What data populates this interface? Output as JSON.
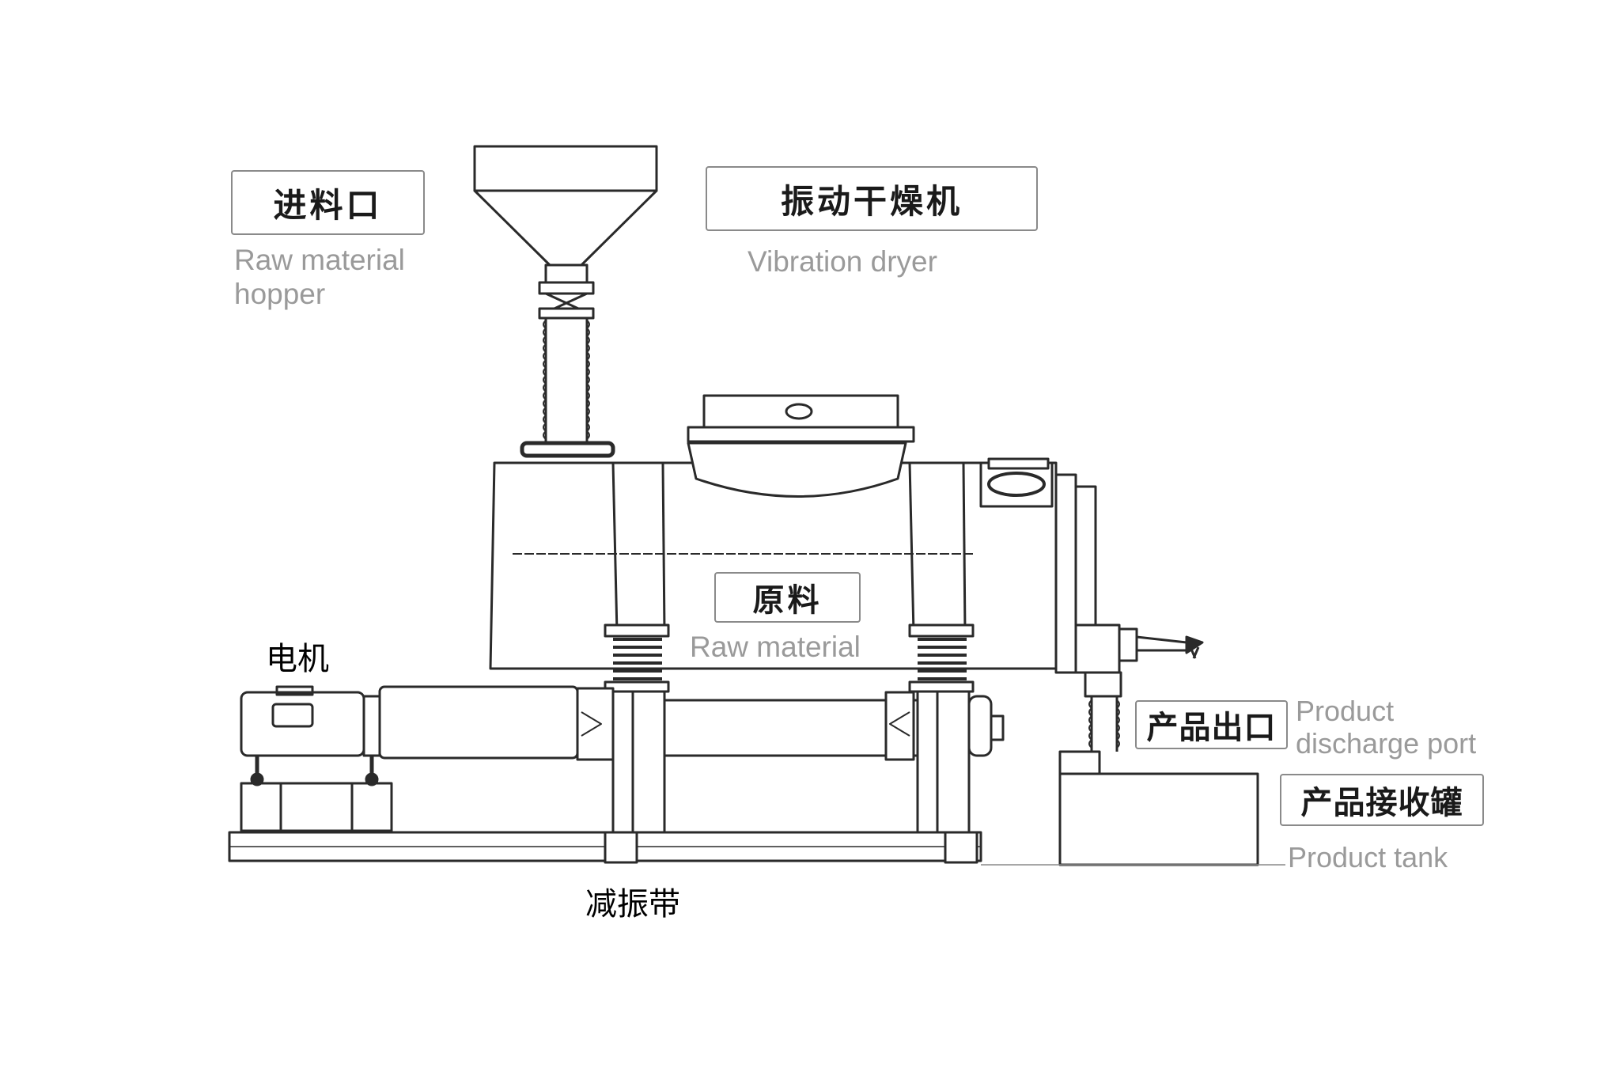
{
  "labels": {
    "hopper_cn": "进料口",
    "hopper_en_line1": "Raw material",
    "hopper_en_line2": "hopper",
    "dryer_cn": "振动干燥机",
    "dryer_en": "Vibration dryer",
    "raw_cn": "原料",
    "raw_en": "Raw material",
    "motor_cn": "电机",
    "damper_cn": "减振带",
    "discharge_cn": "产品出口",
    "discharge_en_line1": "Product",
    "discharge_en_line2": "discharge port",
    "tank_cn": "产品接收罐",
    "tank_en": "Product tank"
  },
  "colors": {
    "line": "#2a2a2a",
    "label_border": "#8a8a8a",
    "english_text": "#9a9a9a"
  }
}
